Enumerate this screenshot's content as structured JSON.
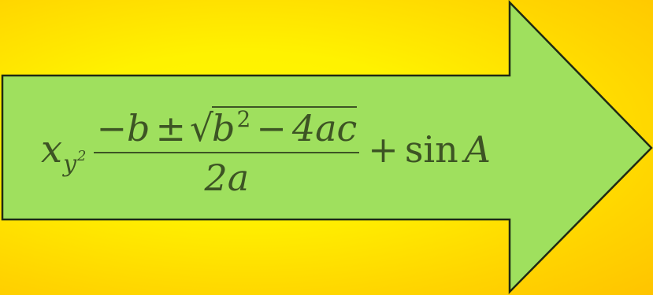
{
  "colors": {
    "background": "#fff200",
    "arrow_fill": "#9fe05e",
    "arrow_stroke": "#1f2a14",
    "text": "#3d5424"
  },
  "formula": {
    "base": "x",
    "subscript": "y",
    "subscript_exponent": "2",
    "fraction": {
      "numerator": {
        "minus_b": "−b",
        "plus_minus": "±",
        "radical": "√",
        "b": "b",
        "b_exponent": "2",
        "minus": "−",
        "four_ac": "4ac"
      },
      "denominator": "2a"
    },
    "plus": "+",
    "sin": "sin",
    "angle": "A"
  }
}
